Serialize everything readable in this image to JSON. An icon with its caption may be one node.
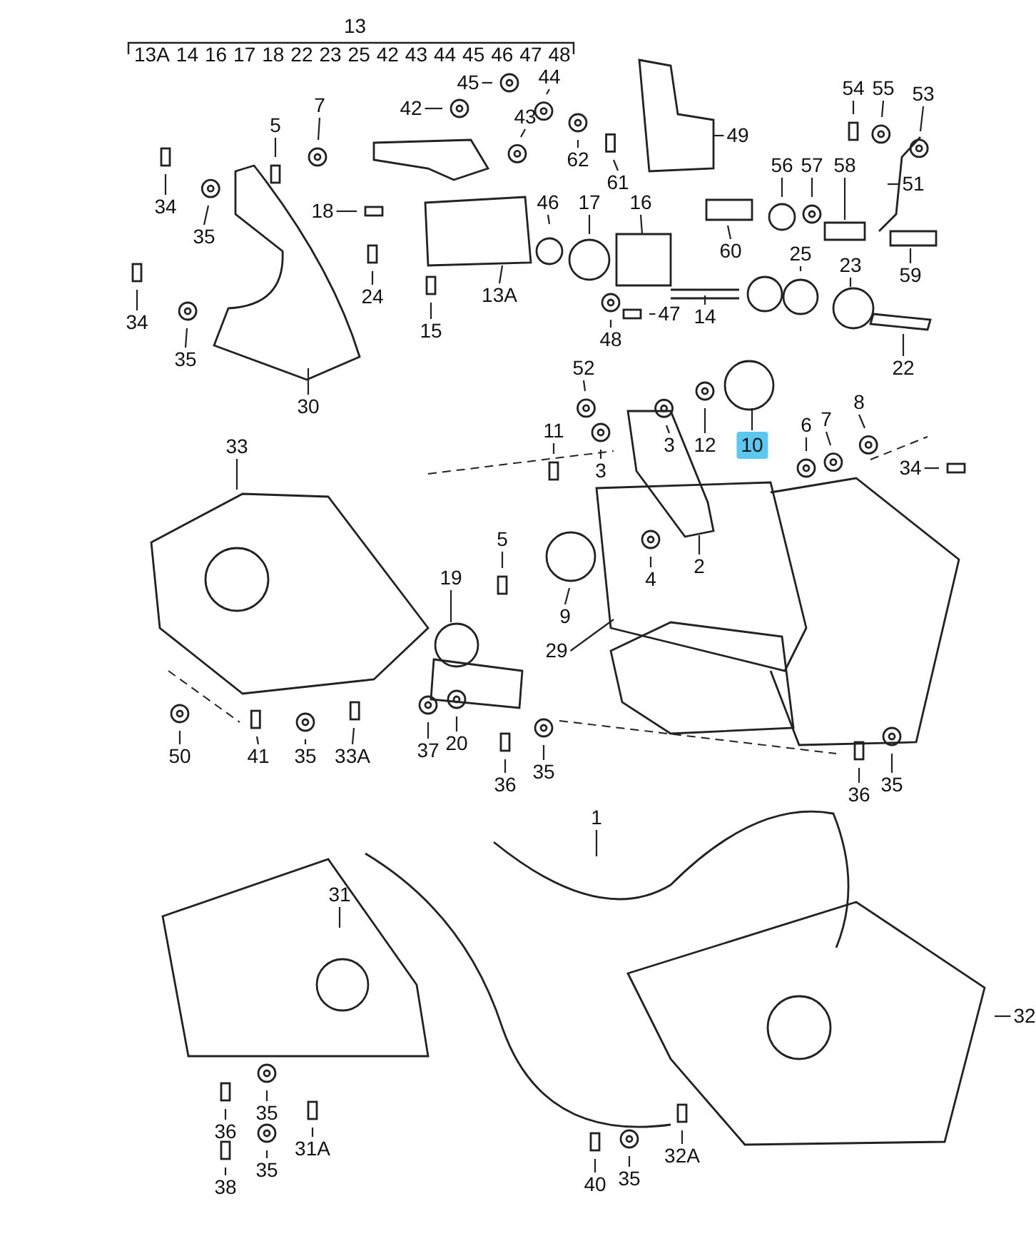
{
  "diagram": {
    "nodes": [
      {
        "text": [
          "45"
        ]
      },
      {
        "text": [
          "44"
        ]
      },
      {
        "text": [
          "42"
        ]
      },
      {
        "text": [
          "43"
        ]
      },
      {
        "text": [
          "7"
        ]
      },
      {
        "text": [
          "5"
        ]
      },
      {
        "text": [
          "34"
        ]
      },
      {
        "text": [
          "35"
        ]
      },
      {
        "text": [
          "18"
        ]
      },
      {
        "text": [
          "46"
        ]
      },
      {
        "text": [
          "17"
        ]
      },
      {
        "text": [
          "16"
        ]
      },
      {
        "text": [
          "62"
        ]
      },
      {
        "text": [
          "61"
        ]
      },
      {
        "text": [
          "49"
        ]
      },
      {
        "text": [
          "54"
        ]
      },
      {
        "text": [
          "55"
        ]
      },
      {
        "text": [
          "53"
        ]
      },
      {
        "text": [
          "51"
        ]
      },
      {
        "text": [
          "56"
        ]
      },
      {
        "text": [
          "57"
        ]
      },
      {
        "text": [
          "58"
        ]
      },
      {
        "text": [
          "60"
        ]
      },
      {
        "text": [
          "25"
        ]
      },
      {
        "text": [
          "23"
        ]
      },
      {
        "text": [
          "59"
        ]
      },
      {
        "text": [
          "24"
        ]
      },
      {
        "text": [
          "13A"
        ]
      },
      {
        "text": [
          "15"
        ]
      },
      {
        "text": [
          "34"
        ]
      },
      {
        "text": [
          "35"
        ]
      },
      {
        "text": [
          "30"
        ]
      },
      {
        "text": [
          "14"
        ]
      },
      {
        "text": [
          "47"
        ]
      },
      {
        "text": [
          "48"
        ]
      },
      {
        "text": [
          "22"
        ]
      },
      {
        "text": [
          "52"
        ]
      },
      {
        "text": [
          "11"
        ]
      },
      {
        "text": [
          "3"
        ]
      },
      {
        "text": [
          "12"
        ]
      },
      {
        "text": [
          "10"
        ]
      },
      {
        "text": [
          "6"
        ]
      },
      {
        "text": [
          "7"
        ]
      },
      {
        "text": [
          "8"
        ]
      },
      {
        "text": [
          "3"
        ]
      },
      {
        "text": [
          "34"
        ]
      },
      {
        "text": [
          "33"
        ]
      },
      {
        "text": [
          "2"
        ]
      },
      {
        "text": [
          "5"
        ]
      },
      {
        "text": [
          "4"
        ]
      },
      {
        "text": [
          "9"
        ]
      },
      {
        "text": [
          "29"
        ]
      },
      {
        "text": [
          "19"
        ]
      },
      {
        "text": [
          "50"
        ]
      },
      {
        "text": [
          "41"
        ]
      },
      {
        "text": [
          "35"
        ]
      },
      {
        "text": [
          "33A"
        ]
      },
      {
        "text": [
          "37"
        ]
      },
      {
        "text": [
          "20"
        ]
      },
      {
        "text": [
          "36"
        ]
      },
      {
        "text": [
          "35"
        ]
      },
      {
        "text": [
          "36"
        ]
      },
      {
        "text": [
          "35"
        ]
      },
      {
        "text": [
          "1"
        ]
      },
      {
        "text": [
          "31"
        ]
      },
      {
        "text": [
          "32"
        ]
      },
      {
        "text": [
          "36"
        ]
      },
      {
        "text": [
          "35"
        ]
      },
      {
        "text": [
          "31A"
        ]
      },
      {
        "text": [
          "38"
        ]
      },
      {
        "text": [
          "35"
        ]
      },
      {
        "text": [
          "40"
        ]
      },
      {
        "text": [
          "35"
        ]
      },
      {
        "text": [
          "32A"
        ]
      }
    ],
    "edges": [
      {
        "from": 0,
        "to": null,
        "arrow": "none"
      },
      {
        "from": 1,
        "to": null,
        "arrow": "none"
      },
      {
        "from": 2,
        "to": null,
        "arrow": "none"
      },
      {
        "from": 3,
        "to": null,
        "arrow": "none"
      },
      {
        "from": 4,
        "to": null,
        "arrow": "none"
      },
      {
        "from": 5,
        "to": null,
        "arrow": "none"
      },
      {
        "from": 6,
        "to": null,
        "arrow": "none"
      },
      {
        "from": 7,
        "to": null,
        "arrow": "none"
      },
      {
        "from": 8,
        "to": null,
        "arrow": "none"
      },
      {
        "from": 9,
        "to": null,
        "arrow": "none"
      },
      {
        "from": 10,
        "to": null,
        "arrow": "none"
      },
      {
        "from": 11,
        "to": null,
        "arrow": "none"
      },
      {
        "from": 12,
        "to": null,
        "arrow": "none"
      },
      {
        "from": 13,
        "to": null,
        "arrow": "none"
      },
      {
        "from": 14,
        "to": null,
        "arrow": "none"
      },
      {
        "from": 15,
        "to": null,
        "arrow": "none"
      },
      {
        "from": 16,
        "to": null,
        "arrow": "none"
      },
      {
        "from": 17,
        "to": null,
        "arrow": "none"
      },
      {
        "from": 18,
        "to": null,
        "arrow": "none"
      },
      {
        "from": 19,
        "to": null,
        "arrow": "none"
      },
      {
        "from": 20,
        "to": null,
        "arrow": "none"
      },
      {
        "from": 21,
        "to": null,
        "arrow": "none"
      },
      {
        "from": 22,
        "to": null,
        "arrow": "none"
      },
      {
        "from": 23,
        "to": null,
        "arrow": "none"
      },
      {
        "from": 24,
        "to": null,
        "arrow": "none"
      },
      {
        "from": 25,
        "to": null,
        "arrow": "none"
      },
      {
        "from": 26,
        "to": null,
        "arrow": "none"
      },
      {
        "from": 27,
        "to": null,
        "arrow": "none"
      },
      {
        "from": 28,
        "to": null,
        "arrow": "none"
      },
      {
        "from": 29,
        "to": null,
        "arrow": "none"
      },
      {
        "from": 30,
        "to": null,
        "arrow": "none"
      },
      {
        "from": 31,
        "to": null,
        "arrow": "none"
      },
      {
        "from": 32,
        "to": null,
        "arrow": "none"
      },
      {
        "from": 33,
        "to": null,
        "arrow": "none"
      },
      {
        "from": 34,
        "to": null,
        "arrow": "none"
      },
      {
        "from": 35,
        "to": null,
        "arrow": "none"
      },
      {
        "from": 36,
        "to": null,
        "arrow": "none"
      },
      {
        "from": 37,
        "to": null,
        "arrow": "none"
      },
      {
        "from": 38,
        "to": null,
        "arrow": "none"
      },
      {
        "from": 39,
        "to": null,
        "arrow": "none"
      },
      {
        "from": 40,
        "to": null,
        "arrow": "none"
      },
      {
        "from": 41,
        "to": null,
        "arrow": "none"
      },
      {
        "from": 42,
        "to": null,
        "arrow": "none"
      },
      {
        "from": 43,
        "to": null,
        "arrow": "none"
      },
      {
        "from": 44,
        "to": null,
        "arrow": "none"
      },
      {
        "from": 45,
        "to": null,
        "arrow": "none"
      },
      {
        "from": 46,
        "to": null,
        "arrow": "none"
      },
      {
        "from": 47,
        "to": null,
        "arrow": "none"
      },
      {
        "from": 48,
        "to": null,
        "arrow": "none"
      },
      {
        "from": 49,
        "to": null,
        "arrow": "none"
      },
      {
        "from": 50,
        "to": null,
        "arrow": "none"
      },
      {
        "from": 51,
        "to": null,
        "arrow": "none"
      },
      {
        "from": 52,
        "to": null,
        "arrow": "none"
      },
      {
        "from": 53,
        "to": null,
        "arrow": "none"
      },
      {
        "from": 54,
        "to": null,
        "arrow": "none"
      },
      {
        "from": 55,
        "to": null,
        "arrow": "none"
      },
      {
        "from": 56,
        "to": null,
        "arrow": "none"
      },
      {
        "from": 57,
        "to": null,
        "arrow": "none"
      },
      {
        "from": 58,
        "to": null,
        "arrow": "none"
      },
      {
        "from": 59,
        "to": null,
        "arrow": "none"
      },
      {
        "from": 60,
        "to": null,
        "arrow": "none"
      },
      {
        "from": 61,
        "to": null,
        "arrow": "none"
      },
      {
        "from": 62,
        "to": null,
        "arrow": "none"
      },
      {
        "from": 63,
        "to": null,
        "arrow": "none"
      },
      {
        "from": 64,
        "to": null,
        "arrow": "none"
      },
      {
        "from": 65,
        "to": null,
        "arrow": "none"
      },
      {
        "from": 66,
        "to": null,
        "arrow": "none"
      },
      {
        "from": 67,
        "to": null,
        "arrow": "none"
      },
      {
        "from": 68,
        "to": null,
        "arrow": "none"
      },
      {
        "from": 69,
        "to": null,
        "arrow": "none"
      },
      {
        "from": 70,
        "to": null,
        "arrow": "none"
      },
      {
        "from": 71,
        "to": null,
        "arrow": "none"
      },
      {
        "from": 72,
        "to": null,
        "arrow": "none"
      },
      {
        "from": 73,
        "to": null,
        "arrow": "none"
      }
    ],
    "labels": [
      "13",
      "13A",
      "14",
      "16",
      "17",
      "18",
      "22",
      "23",
      "25",
      "42",
      "43",
      "44",
      "45",
      "46",
      "47",
      "48"
    ]
  }
}
